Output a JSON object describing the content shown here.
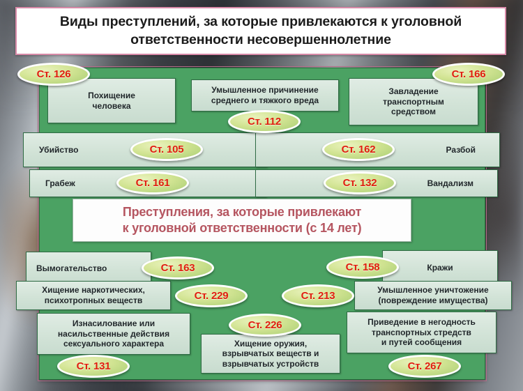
{
  "title": {
    "line1": "Виды преступлений, за которые привлекаются к уголовной",
    "line2": "ответственности несовершеннолетние"
  },
  "center_banner": {
    "line1": "Преступления, за которые привлекают",
    "line2": "к уголовной ответственности (с 14 лет)"
  },
  "colors": {
    "board_green": "#4BA263",
    "box_fill": "#D6E6DC",
    "badge_fill": "#CFE392",
    "badge_text": "#E01F0F",
    "banner_text": "#B55560",
    "title_border": "#D88AA8"
  },
  "crimes": [
    {
      "id": "kidnapping",
      "label_l1": "Похищение",
      "label_l2": "человека",
      "label_l3": "",
      "article": "Ст. 126"
    },
    {
      "id": "harm",
      "label_l1": "Умышленное причинение",
      "label_l2": "среднего и тяжкого вреда",
      "label_l3": "",
      "article": "Ст. 112"
    },
    {
      "id": "vehicle-seizure",
      "label_l1": "Завладение",
      "label_l2": "транспортным",
      "label_l3": "средством",
      "article": "Ст. 166"
    },
    {
      "id": "murder",
      "label_l1": "Убийство",
      "label_l2": "",
      "label_l3": "",
      "article": "Ст. 105"
    },
    {
      "id": "robbery-violent",
      "label_l1": "Разбой",
      "label_l2": "",
      "label_l3": "",
      "article": "Ст. 162"
    },
    {
      "id": "robbery",
      "label_l1": "Грабеж",
      "label_l2": "",
      "label_l3": "",
      "article": "Ст. 161"
    },
    {
      "id": "vandalism",
      "label_l1": "Вандализм",
      "label_l2": "",
      "label_l3": "",
      "article": "Ст. 132"
    },
    {
      "id": "extortion",
      "label_l1": "Вымогательство",
      "label_l2": "",
      "label_l3": "",
      "article": "Ст. 163"
    },
    {
      "id": "theft",
      "label_l1": "Кражи",
      "label_l2": "",
      "label_l3": "",
      "article": "Ст. 158"
    },
    {
      "id": "drug-theft",
      "label_l1": "Хищение наркотических,",
      "label_l2": "психотропных веществ",
      "label_l3": "",
      "article": "Ст. 229"
    },
    {
      "id": "property-damage",
      "label_l1": "Умышленное уничтожение",
      "label_l2": "(повреждение имущества)",
      "label_l3": "",
      "article": "Ст. 213"
    },
    {
      "id": "sexual-assault",
      "label_l1": "Изнасилование или",
      "label_l2": "насильственные действия",
      "label_l3": "сексуального характера",
      "article": "Ст. 131"
    },
    {
      "id": "weapon-theft",
      "label_l1": "Хищение оружия,",
      "label_l2": "взрывчатых веществ и",
      "label_l3": "взрывчатых устройств",
      "article": "Ст. 226"
    },
    {
      "id": "transport-sabotage",
      "label_l1": "Приведение в негодность",
      "label_l2": "транспортных стредств",
      "label_l3": "и путей сообщения",
      "article": "Ст. 267"
    }
  ]
}
